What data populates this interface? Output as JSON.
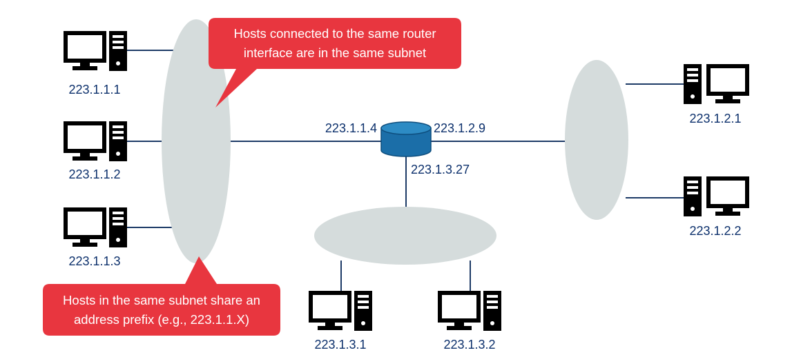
{
  "hosts": {
    "h1": {
      "label": "223.1.1.1"
    },
    "h2": {
      "label": "223.1.1.2"
    },
    "h3": {
      "label": "223.1.1.3"
    },
    "h4": {
      "label": "223.1.2.1"
    },
    "h5": {
      "label": "223.1.2.2"
    },
    "h6": {
      "label": "223.1.3.1"
    },
    "h7": {
      "label": "223.1.3.2"
    }
  },
  "router": {
    "interfaces": {
      "left": "223.1.1.4",
      "right": "223.1.2.9",
      "bottom": "223.1.3.27"
    }
  },
  "callouts": {
    "top": {
      "line1": "Hosts connected to the same router",
      "line2": "interface are in the same subnet"
    },
    "bottom": {
      "line1": "Hosts in the same subnet share an",
      "line2": "address prefix (e.g., 223.1.1.X)"
    }
  },
  "colors": {
    "subnet_fill": "#d5dcdc",
    "callout_fill": "#e8363f",
    "router_fill": "#1b6ea8",
    "router_top": "#2d8bc4",
    "label_text": "#0b2f6b",
    "link_line": "#1c3a66"
  },
  "icons": {
    "host": "desktop-computer-icon",
    "router": "router-icon"
  }
}
